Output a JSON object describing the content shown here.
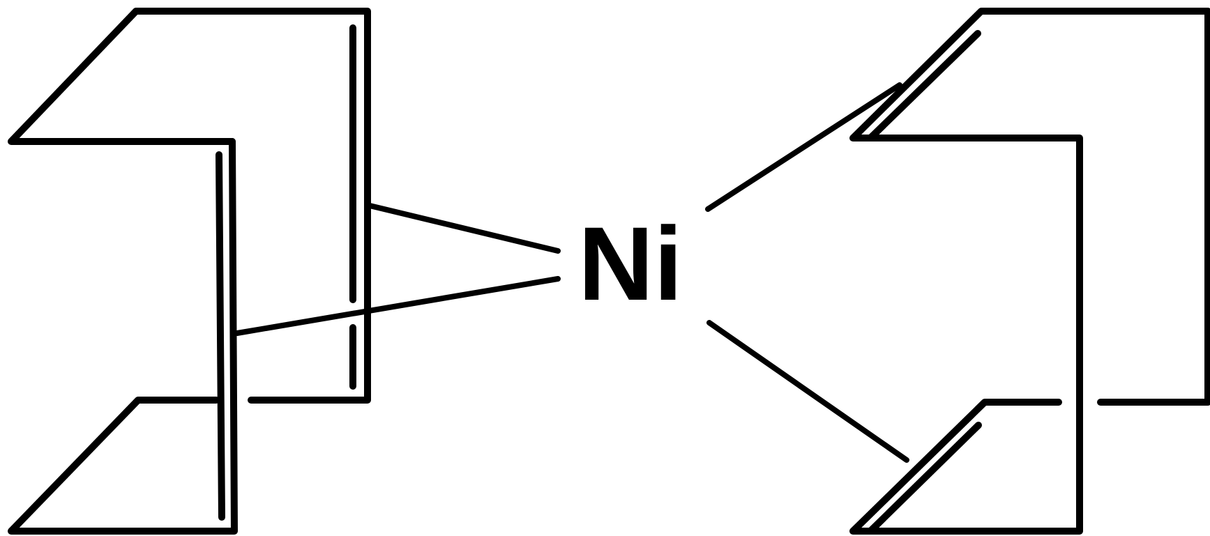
{
  "diagram": {
    "center_atom": "Ni",
    "ligands": [
      {
        "name": "cyclooctadiene-left",
        "position": "left"
      },
      {
        "name": "cyclooctadiene-right",
        "position": "right"
      }
    ],
    "colors": {
      "bond": "#000000",
      "text": "#000000",
      "background": "#ffffff"
    }
  }
}
